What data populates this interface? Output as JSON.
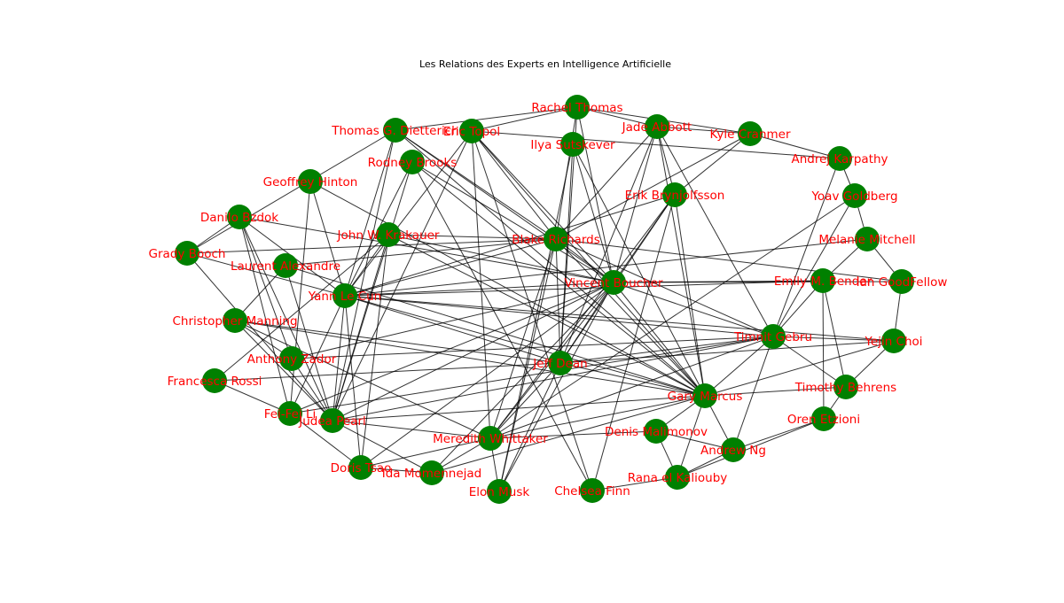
{
  "title": "Les Relations des Experts en Intelligence Artificielle",
  "colors": {
    "node": "#008000",
    "edge": "#000000",
    "label": "#ff0000"
  },
  "nodes": [
    "Rachel Thomas",
    "Thomas G. Dietterich",
    "Eric Topol",
    "Jade Abbott",
    "Kyle Cranmer",
    "Ilya Sutskever",
    "Rodney Brooks",
    "Andrej Karpathy",
    "Geoffrey Hinton",
    "Erik Brynjolfsson",
    "Yoav Goldberg",
    "Danilo Bzdok",
    "John W. Krakauer",
    "Blake Richards",
    "Melanie Mitchell",
    "Grady Booch",
    "Laurent Alexandre",
    "Vincent Boucher",
    "Emily M. Bender",
    "Ian GoodFellow",
    "Yann Le Cun",
    "Christopher Manning",
    "Timnit Gebru",
    "Yejin Choi",
    "Anthony Zador",
    "Jeff Dean",
    "Francesca Rossi",
    "Timothy Behrens",
    "Gary Marcus",
    "Fei-Fei Li",
    "Judea Pearl",
    "Oren Etzioni",
    "Denis Malimonov",
    "Meredith Whittaker",
    "Andrew Ng",
    "Doris Tsao",
    "Ida Momennejad",
    "Rana el Kaliouby",
    "Elon Musk",
    "Chelsea Finn"
  ],
  "edges": [
    [
      17,
      0
    ],
    [
      17,
      1
    ],
    [
      17,
      2
    ],
    [
      17,
      3
    ],
    [
      17,
      5
    ],
    [
      17,
      6
    ],
    [
      17,
      9
    ],
    [
      17,
      12
    ],
    [
      17,
      13
    ],
    [
      17,
      18
    ],
    [
      17,
      19
    ],
    [
      17,
      20
    ],
    [
      17,
      22
    ],
    [
      17,
      25
    ],
    [
      17,
      28
    ],
    [
      17,
      29
    ],
    [
      17,
      30
    ],
    [
      17,
      33
    ],
    [
      17,
      35
    ],
    [
      17,
      36
    ],
    [
      17,
      38
    ],
    [
      17,
      24
    ],
    [
      17,
      11
    ],
    [
      28,
      1
    ],
    [
      28,
      2
    ],
    [
      28,
      3
    ],
    [
      28,
      5
    ],
    [
      28,
      6
    ],
    [
      28,
      9
    ],
    [
      28,
      12
    ],
    [
      28,
      13
    ],
    [
      28,
      16
    ],
    [
      28,
      20
    ],
    [
      28,
      22
    ],
    [
      28,
      23
    ],
    [
      28,
      25
    ],
    [
      28,
      27
    ],
    [
      28,
      30
    ],
    [
      28,
      32
    ],
    [
      28,
      34
    ],
    [
      28,
      36
    ],
    [
      28,
      37
    ],
    [
      28,
      33
    ],
    [
      28,
      8
    ],
    [
      28,
      21
    ],
    [
      20,
      1
    ],
    [
      20,
      2
    ],
    [
      20,
      6
    ],
    [
      20,
      8
    ],
    [
      20,
      11
    ],
    [
      20,
      12
    ],
    [
      20,
      13
    ],
    [
      20,
      15
    ],
    [
      20,
      18
    ],
    [
      20,
      22
    ],
    [
      20,
      23
    ],
    [
      20,
      25
    ],
    [
      20,
      29
    ],
    [
      20,
      30
    ],
    [
      20,
      35
    ],
    [
      20,
      14
    ],
    [
      20,
      9
    ],
    [
      13,
      0
    ],
    [
      13,
      1
    ],
    [
      13,
      2
    ],
    [
      13,
      3
    ],
    [
      13,
      4
    ],
    [
      13,
      12
    ],
    [
      13,
      15
    ],
    [
      13,
      16
    ],
    [
      13,
      22
    ],
    [
      13,
      25
    ],
    [
      13,
      33
    ],
    [
      13,
      19
    ],
    [
      13,
      38
    ],
    [
      25,
      0
    ],
    [
      25,
      3
    ],
    [
      25,
      5
    ],
    [
      25,
      9
    ],
    [
      25,
      21
    ],
    [
      25,
      26
    ],
    [
      25,
      33
    ],
    [
      25,
      38
    ],
    [
      25,
      22
    ],
    [
      25,
      23
    ],
    [
      22,
      3
    ],
    [
      22,
      7
    ],
    [
      22,
      10
    ],
    [
      22,
      18
    ],
    [
      22,
      23
    ],
    [
      22,
      27
    ],
    [
      22,
      33
    ],
    [
      22,
      29
    ],
    [
      22,
      30
    ],
    [
      22,
      34
    ],
    [
      22,
      24
    ],
    [
      33,
      2
    ],
    [
      33,
      9
    ],
    [
      33,
      10
    ],
    [
      33,
      21
    ],
    [
      33,
      30
    ],
    [
      33,
      36
    ],
    [
      33,
      38
    ],
    [
      33,
      32
    ],
    [
      33,
      35
    ],
    [
      30,
      1
    ],
    [
      30,
      6
    ],
    [
      30,
      12
    ],
    [
      30,
      11
    ],
    [
      30,
      15
    ],
    [
      30,
      21
    ],
    [
      30,
      24
    ],
    [
      30,
      36
    ],
    [
      30,
      2
    ],
    [
      0,
      1
    ],
    [
      0,
      2
    ],
    [
      0,
      3
    ],
    [
      0,
      4
    ],
    [
      1,
      15
    ],
    [
      15,
      11
    ],
    [
      11,
      29
    ],
    [
      11,
      24
    ],
    [
      21,
      24
    ],
    [
      26,
      29
    ],
    [
      26,
      12
    ],
    [
      29,
      35
    ],
    [
      35,
      36
    ],
    [
      37,
      34
    ],
    [
      37,
      39
    ],
    [
      37,
      31
    ],
    [
      34,
      31
    ],
    [
      34,
      32
    ],
    [
      31,
      27
    ],
    [
      27,
      23
    ],
    [
      23,
      19
    ],
    [
      19,
      14
    ],
    [
      14,
      10
    ],
    [
      10,
      7
    ],
    [
      7,
      4
    ],
    [
      4,
      3
    ],
    [
      18,
      14
    ],
    [
      18,
      31
    ],
    [
      18,
      27
    ],
    [
      2,
      7
    ],
    [
      3,
      9
    ],
    [
      4,
      9
    ],
    [
      5,
      38
    ],
    [
      6,
      39
    ],
    [
      16,
      30
    ],
    [
      16,
      21
    ],
    [
      8,
      29
    ],
    [
      12,
      35
    ],
    [
      9,
      39
    ],
    [
      39,
      2
    ],
    [
      32,
      37
    ]
  ]
}
